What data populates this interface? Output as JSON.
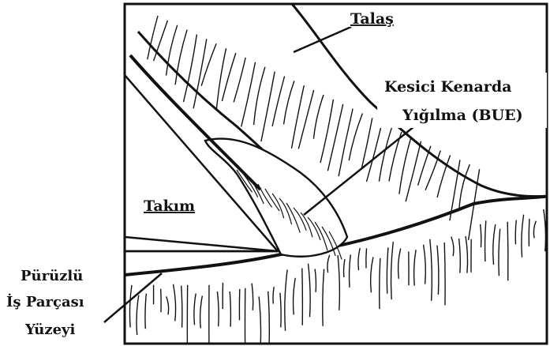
{
  "figure": {
    "labels": {
      "chip": "Talaş",
      "bue_line1": "Kesici Kenarda",
      "bue_line2": "Yığılma (BUE)",
      "tool": "Takım",
      "workpiece_line1": "Pürüzlü",
      "workpiece_line2": "İş Parçası",
      "workpiece_line3": "Yüzeyi"
    },
    "colors": {
      "ink": "#111111",
      "paper": "#ffffff"
    }
  }
}
